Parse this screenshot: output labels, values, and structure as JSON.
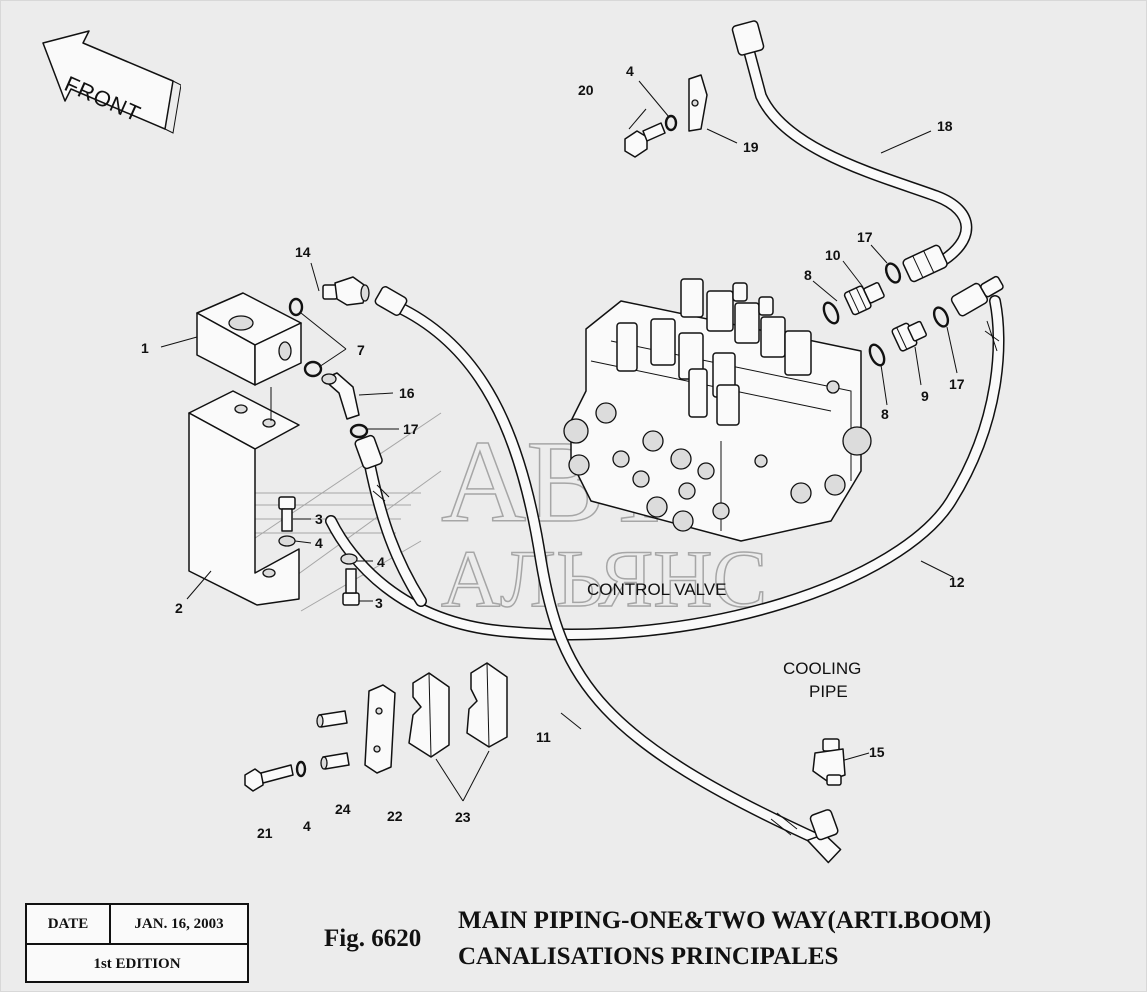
{
  "front_label": "FRONT",
  "watermark": {
    "line1": "АВТО",
    "line2": "АЛЬЯНС"
  },
  "labels": {
    "control_valve": "CONTROL VALVE",
    "cooling_pipe_line1": "COOLING",
    "cooling_pipe_line2": "PIPE"
  },
  "callouts": {
    "c1": "1",
    "c2": "2",
    "c3a": "3",
    "c3b": "3",
    "c4a": "4",
    "c4b": "4",
    "c4c": "4",
    "c4d": "4",
    "c7": "7",
    "c8a": "8",
    "c8b": "8",
    "c9": "9",
    "c10": "10",
    "c11": "11",
    "c12": "12",
    "c14": "14",
    "c15": "15",
    "c16": "16",
    "c17a": "17",
    "c17b": "17",
    "c17c": "17",
    "c18": "18",
    "c19": "19",
    "c20": "20",
    "c21": "21",
    "c22": "22",
    "c23": "23",
    "c24": "24"
  },
  "info_box": {
    "date_label": "DATE",
    "date_value": "JAN. 16, 2003",
    "edition": "1st EDITION"
  },
  "figure": {
    "number": "Fig. 6620",
    "title_en": "MAIN PIPING-ONE&TWO WAY(ARTI.BOOM)",
    "title_fr": "CANALISATIONS PRINCIPALES"
  }
}
